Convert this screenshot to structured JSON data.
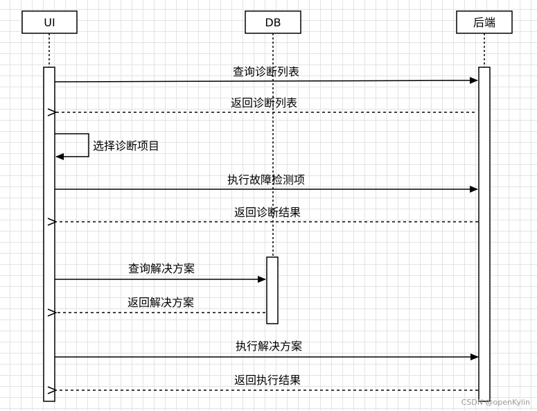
{
  "participants": {
    "ui": "UI",
    "db": "DB",
    "backend": "后端"
  },
  "messages": {
    "m1": "查询诊断列表",
    "m2": "返回诊断列表",
    "m3": "选择诊断项目",
    "m4": "执行故障检测项",
    "m5": "返回诊断结果",
    "m6": "查询解决方案",
    "m7": "返回解决方案",
    "m8": "执行解决方案",
    "m9": "返回执行结果"
  },
  "watermark": "CSDN @openKylin",
  "colors": {
    "line": "#000000",
    "box_fill": "#ffffff"
  }
}
